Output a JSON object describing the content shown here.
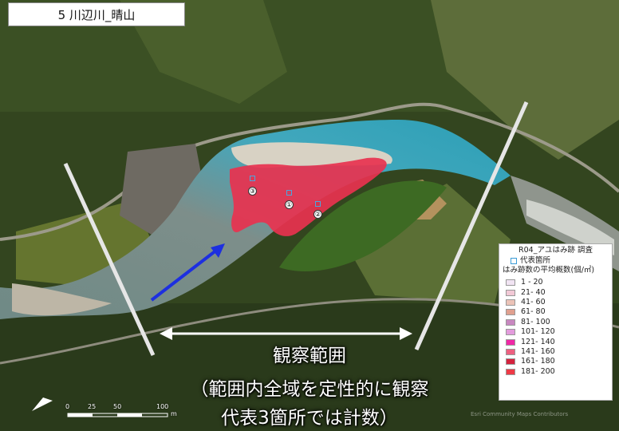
{
  "title": "5 川辺川_晴山",
  "legend": {
    "title": "R04_アユはみ跡 調査",
    "representative_label": "代表箇所",
    "subtitle": "はみ跡数の平均概数(個/㎡)",
    "classes": [
      {
        "label": "1 - 20",
        "color": "#f1e4f3"
      },
      {
        "label": "21- 40",
        "color": "#f2c9d6"
      },
      {
        "label": "41- 60",
        "color": "#ecc3b8"
      },
      {
        "label": "61- 80",
        "color": "#e0a08f"
      },
      {
        "label": "81- 100",
        "color": "#c887c0"
      },
      {
        "label": "101- 120",
        "color": "#e39bdc"
      },
      {
        "label": "121- 140",
        "color": "#f028a6"
      },
      {
        "label": "141- 160",
        "color": "#ed6080"
      },
      {
        "label": "161- 180",
        "color": "#d4233e"
      },
      {
        "label": "181- 200",
        "color": "#ee3a46"
      }
    ]
  },
  "caption": {
    "line1": "観察範囲",
    "line2": "（範囲内全域を定性的に観察",
    "line3": "代表3箇所では計数）"
  },
  "sites": [
    {
      "marker": "①"
    },
    {
      "marker": "②"
    },
    {
      "marker": "③"
    }
  ],
  "scale": {
    "labels": [
      "0",
      "25",
      "50",
      "100"
    ],
    "unit": "m"
  },
  "watermark": "Esri Community Maps Contributors",
  "colors": {
    "survey_area": "#e8324f",
    "flow_arrow": "#1d2fe0",
    "range_arrow": "#ffffff",
    "river": "#3aa6b8"
  }
}
